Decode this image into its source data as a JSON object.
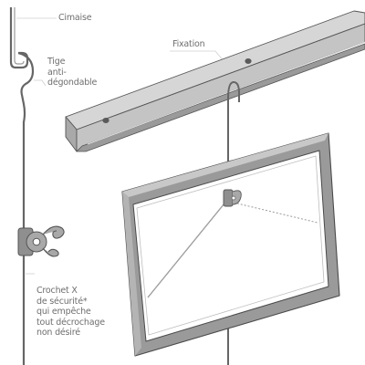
{
  "labels": {
    "cimaise": "Cimaise",
    "fixation": "Fixation",
    "tige": [
      "Tige",
      "anti-",
      "dégondable"
    ],
    "crochet": [
      "Crochet X",
      "de sécurité*",
      "qui empêche",
      "tout décrochage",
      "non désiré"
    ]
  },
  "colors": {
    "rail_top": "#d6d6d6",
    "rail_front": "#b9b9b9",
    "rail_edge": "#555555",
    "frame": "#9c9c9c",
    "frame_edge": "#4a4a4a",
    "rod": "#6f6f6f",
    "hook": "#8a8a8a",
    "wire": "#bdbdbd",
    "leader": "#c9c9c9",
    "text": "#6e6e6e"
  }
}
